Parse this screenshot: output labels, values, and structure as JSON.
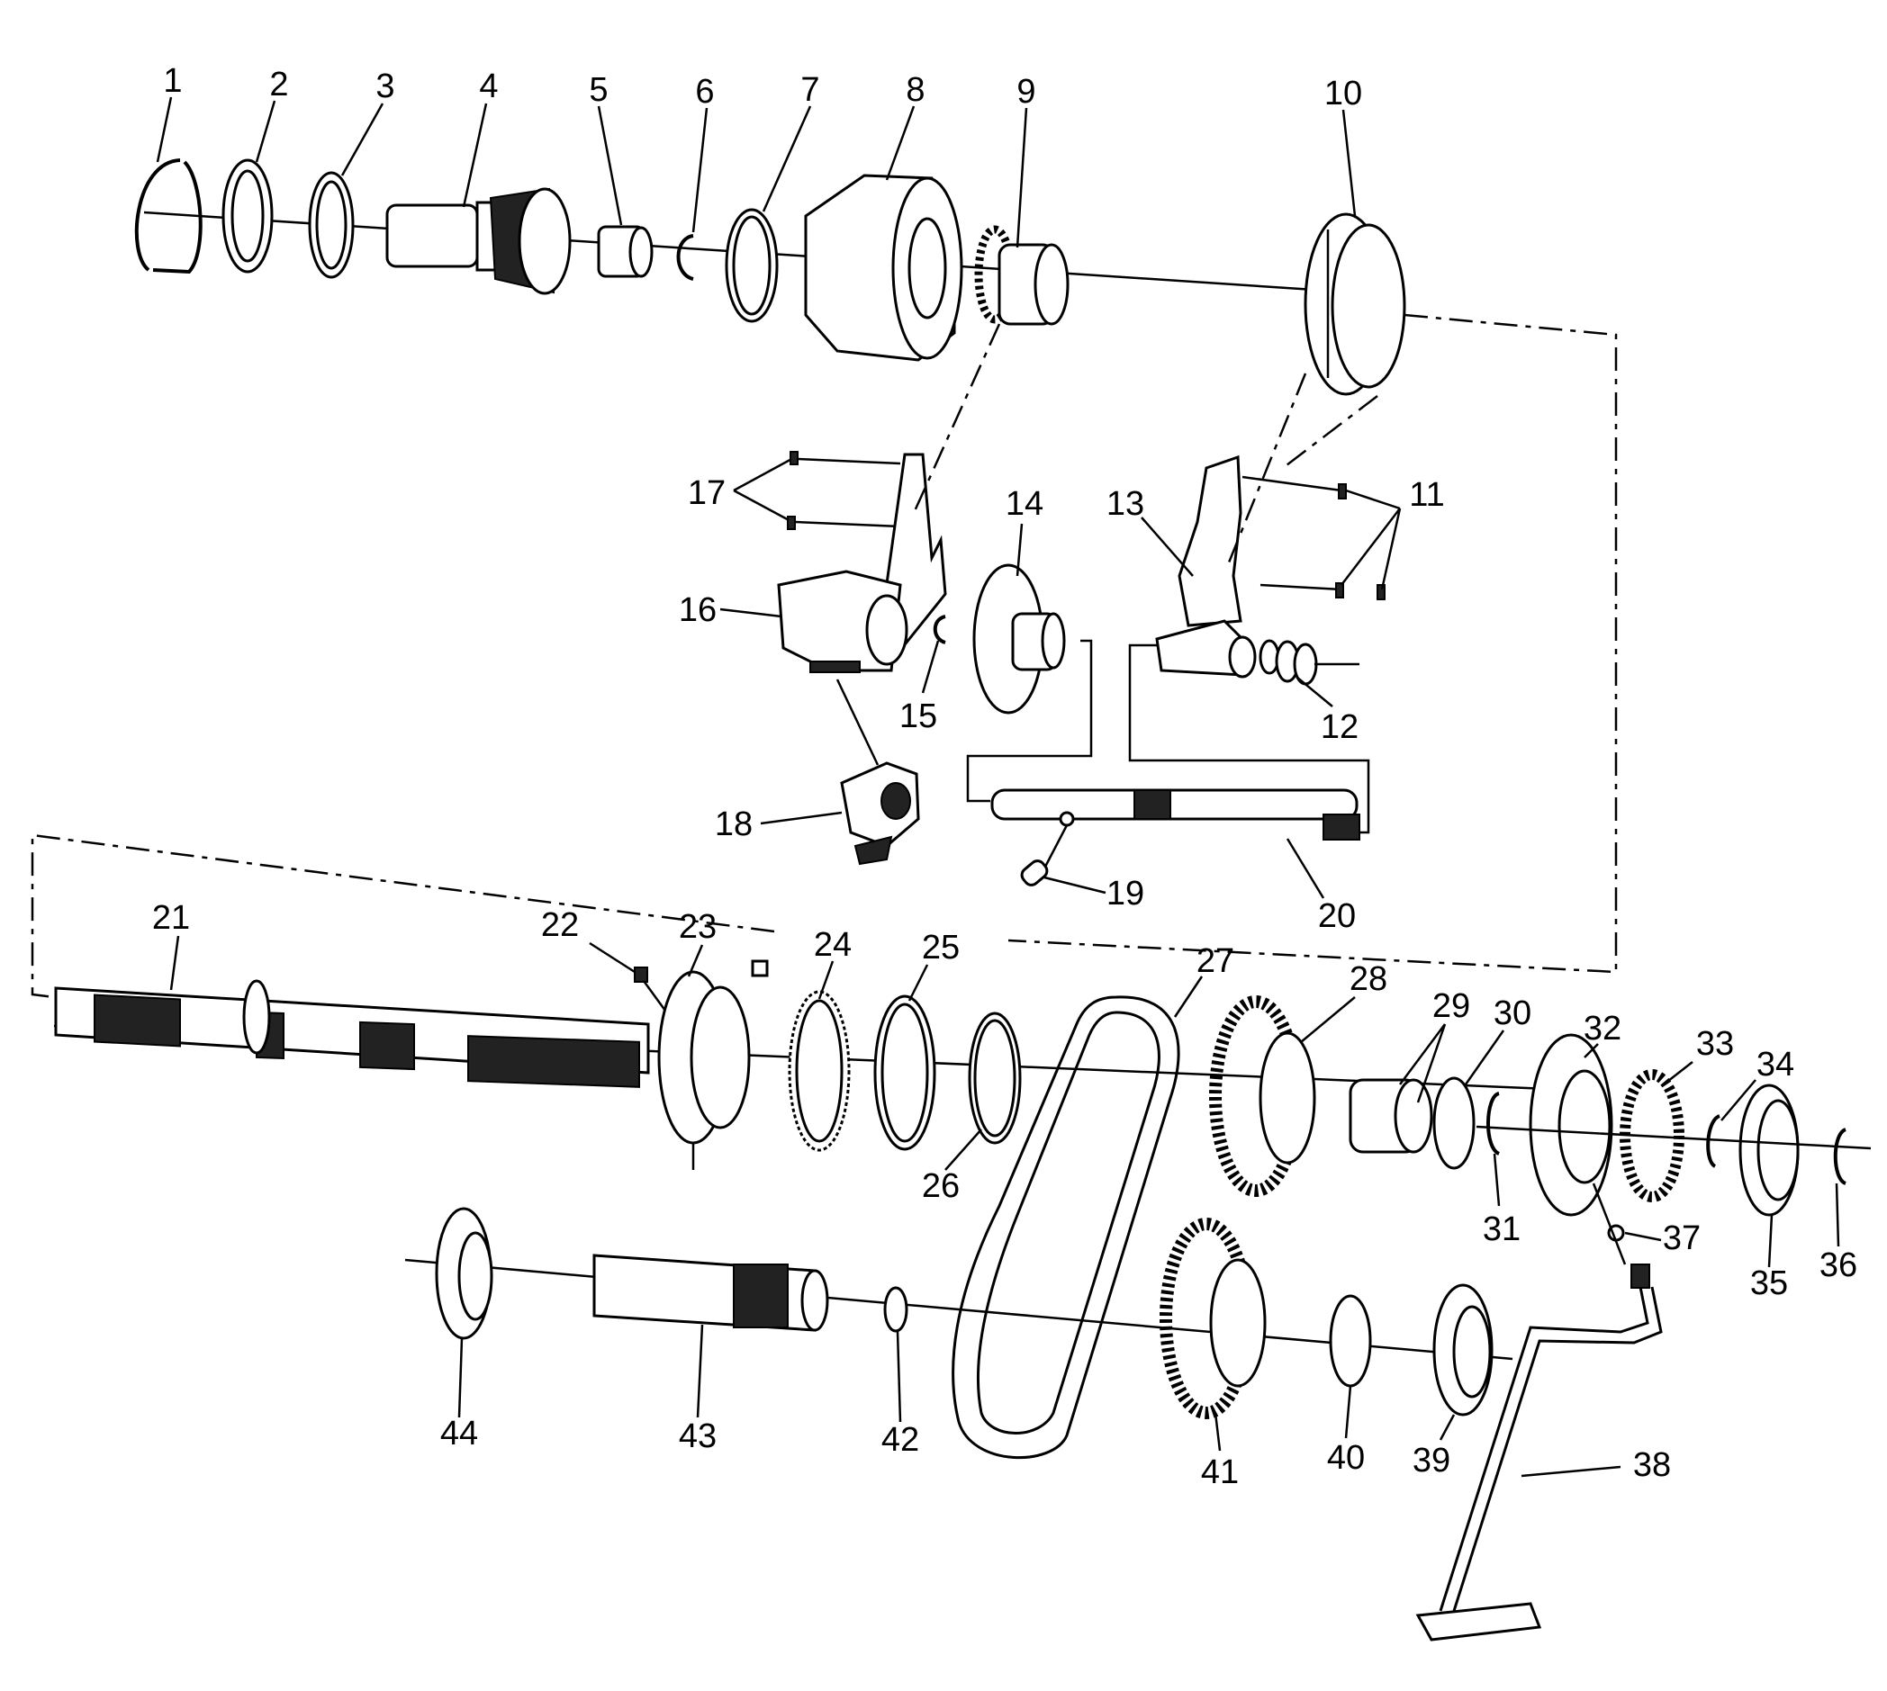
{
  "callouts": [
    "1",
    "2",
    "3",
    "4",
    "5",
    "6",
    "7",
    "8",
    "9",
    "10",
    "11",
    "12",
    "13",
    "14",
    "15",
    "16",
    "17",
    "18",
    "19",
    "20",
    "21",
    "22",
    "23",
    "24",
    "25",
    "26",
    "27",
    "28",
    "29",
    "30",
    "31",
    "32",
    "33",
    "34",
    "35",
    "36",
    "37",
    "38",
    "39",
    "40",
    "41",
    "42",
    "43",
    "44"
  ],
  "colors": {
    "line": "#000000",
    "background": "#ffffff",
    "shade": "#222222"
  }
}
